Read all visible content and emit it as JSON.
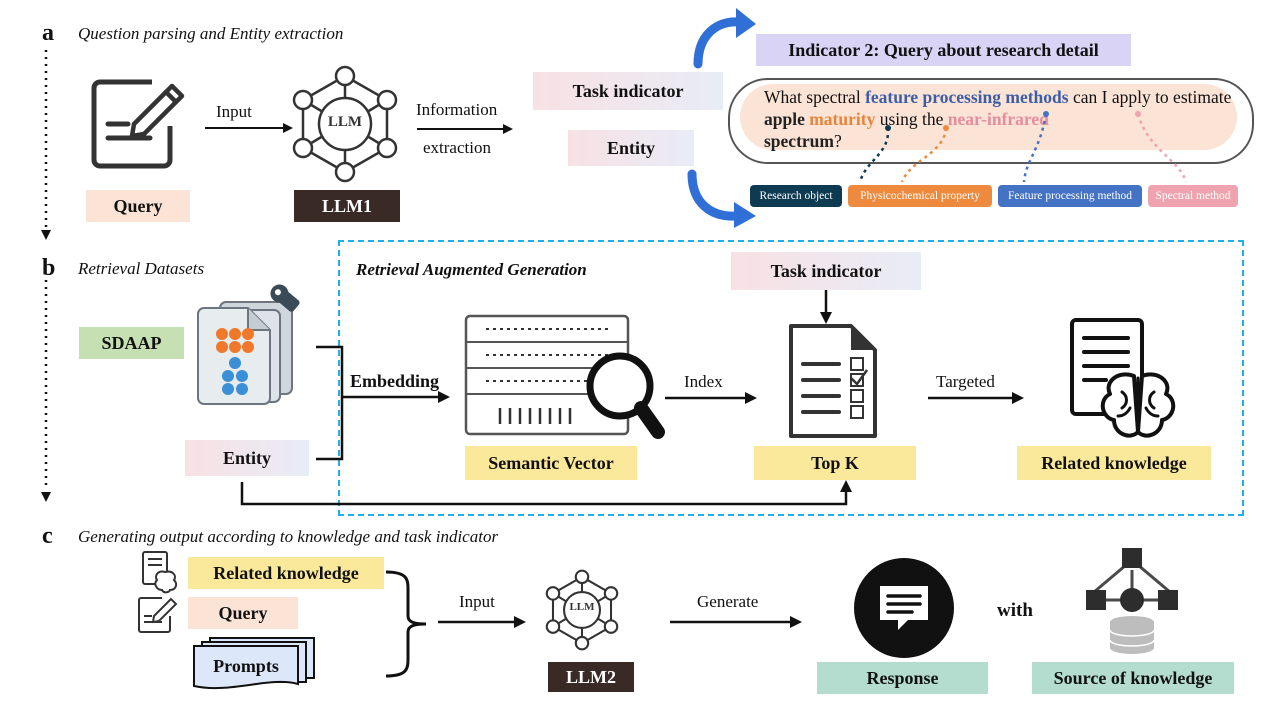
{
  "panel_a": {
    "letter": "a",
    "title": "Question parsing and Entity extraction",
    "query_label": "Query",
    "input_label": "Input",
    "llm_icon_text": "LLM",
    "llm1_label": "LLM1",
    "info_extraction_line1": "Information",
    "info_extraction_line2": "extraction",
    "task_indicator": "Task indicator",
    "entity": "Entity",
    "indicator_title": "Indicator 2: Query about research detail",
    "question": {
      "p1": "What spectral ",
      "p2": "feature processing methods",
      "p3": " can I apply to estimate ",
      "p4": "apple",
      "p5": " ",
      "p6": "maturity",
      "p7": " using the ",
      "p8": "near-infrared",
      "p9": " ",
      "p10": "spectrum",
      "p11": "?"
    },
    "tags": [
      "Research object",
      "Physicochemical property",
      "Feature processing method",
      "Spectral method"
    ]
  },
  "panel_b": {
    "letter": "b",
    "title": "Retrieval Datasets",
    "rag_title": "Retrieval Augmented Generation",
    "sdaap": "SDAAP",
    "entity": "Entity",
    "embedding": "Embedding",
    "semantic_vector": "Semantic Vector",
    "index": "Index",
    "task_indicator": "Task indicator",
    "top_k": "Top K",
    "targeted": "Targeted",
    "related_knowledge": "Related knowledge"
  },
  "panel_c": {
    "letter": "c",
    "title": "Generating output according to knowledge and task indicator",
    "related_knowledge": "Related knowledge",
    "query": "Query",
    "prompts": "Prompts",
    "input": "Input",
    "llm_icon_text": "LLM",
    "llm2_label": "LLM2",
    "generate": "Generate",
    "response": "Response",
    "with": "with",
    "source": "Source of knowledge"
  },
  "colors": {
    "peach": "#fbe3d6",
    "yellow": "#fbe99b",
    "green": "#c6e0b4",
    "teal": "#b4dccf",
    "dark_label": "#3a2a25",
    "rag_border": "#1fb1e6",
    "tag_research_object": "#0e3a52",
    "tag_physicochemical": "#ee8a3e",
    "tag_feature": "#4472c4",
    "tag_spectral": "#eea3ae",
    "curved_arrow": "#2f6fd6"
  }
}
